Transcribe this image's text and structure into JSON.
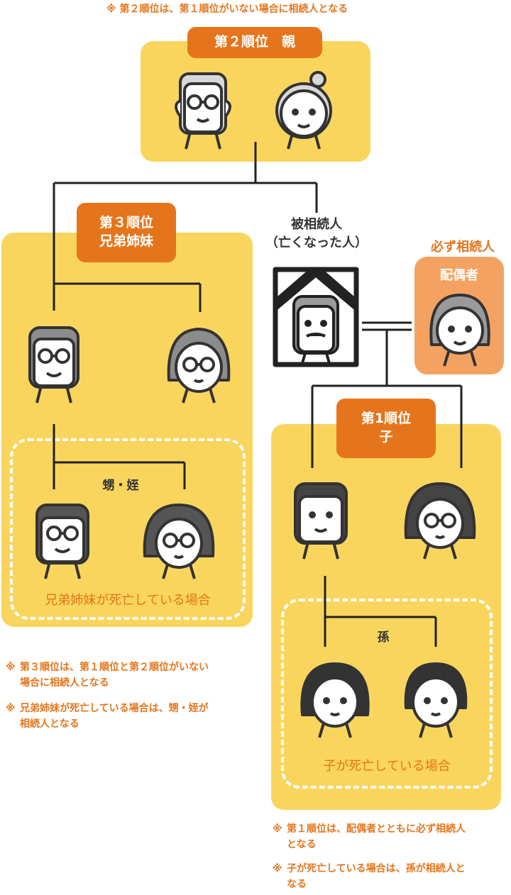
{
  "top_note": "※ 第２順位は、第１順位がいない場合に相続人となる",
  "parents": {
    "label": "第２順位　親"
  },
  "siblings": {
    "label_line1": "第３順位",
    "label_line2": "兄弟姉妹",
    "nephew_label": "甥・姪",
    "deceased_case": "兄弟姉妹が死亡している場合"
  },
  "deceased": {
    "line1": "被相続人",
    "line2": "（亡くなった人）"
  },
  "spouse": {
    "heading": "必ず相続人",
    "label": "配偶者"
  },
  "children": {
    "label_line1": "第1順位",
    "label_line2": "子",
    "grandchild_label": "孫",
    "deceased_case": "子が死亡している場合"
  },
  "notes_left": [
    {
      "mark": "※",
      "line1": "第３順位は、第１順位と第２順位がいない",
      "line2": "場合に相続人となる"
    },
    {
      "mark": "※",
      "line1": "兄弟姉妹が死亡している場合は、甥・姪が",
      "line2": "相続人となる"
    }
  ],
  "notes_right": [
    {
      "mark": "※",
      "line1": "第１順位は、配偶者とともに必ず相続人",
      "line2": "となる"
    },
    {
      "mark": "※",
      "line1": "子が死亡している場合は、孫が相続人と",
      "line2": "なる"
    }
  ],
  "colors": {
    "accent": "#e5751c",
    "box": "#f9d55e",
    "spouse_box": "#f4a261",
    "line": "#222222"
  },
  "icons": [
    "grandfather-icon",
    "grandmother-icon",
    "brother-icon",
    "sister-icon",
    "nephew-icon",
    "niece-icon",
    "deceased-portrait-icon",
    "spouse-icon",
    "son-icon",
    "daughter-icon",
    "grandchild-girl-icon",
    "grandchild-boy-icon"
  ]
}
